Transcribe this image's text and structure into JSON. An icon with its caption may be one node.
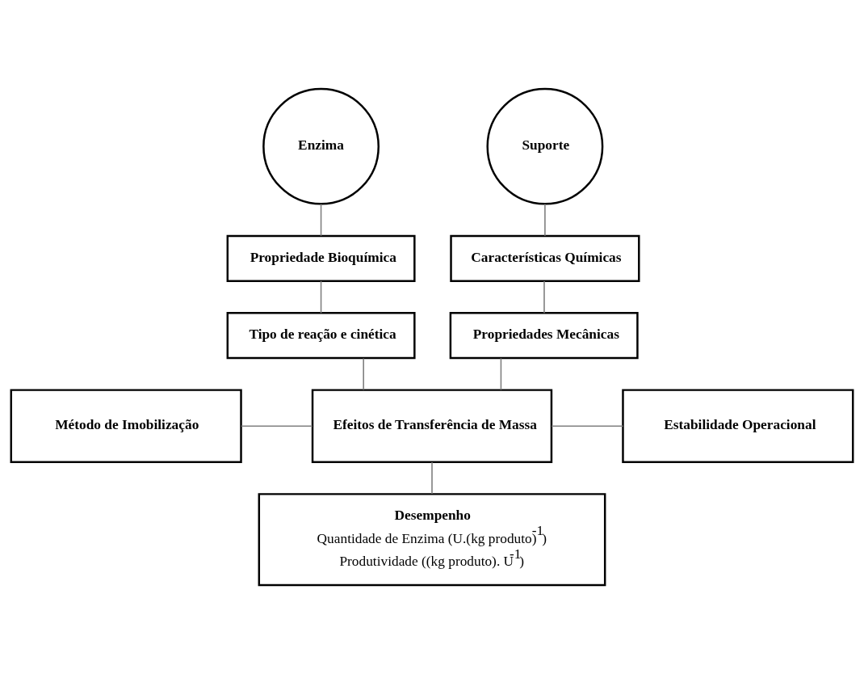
{
  "diagram": {
    "nodes": [
      {
        "text": [
          "Enzima"
        ]
      },
      {
        "text": [
          "Suporte"
        ]
      },
      {
        "text": [
          "Propriedade Bioquímica"
        ]
      },
      {
        "text": [
          "Características Químicas"
        ]
      },
      {
        "text": [
          "Tipo de reação e cinética"
        ]
      },
      {
        "text": [
          "Propriedades Mecânicas"
        ]
      },
      {
        "text": [
          "Método de Imobilização"
        ]
      },
      {
        "text": [
          "Efeitos de Transferência de Massa"
        ]
      },
      {
        "text": [
          "Estabilidade Operacional"
        ]
      },
      {
        "text": [
          "Desempenho",
          "Quantidade de Enzima (U.(kg produto)$^{-1}$)",
          "Produtividade ((kg produto). U$^{-1}$)"
        ]
      }
    ],
    "edges": [
      {
        "from": 0,
        "to": 2,
        "arrow": "none"
      },
      {
        "from": 1,
        "to": 3,
        "arrow": "none"
      },
      {
        "from": 2,
        "to": 4,
        "arrow": "none"
      },
      {
        "from": 3,
        "to": 5,
        "arrow": "none"
      },
      {
        "from": 4,
        "to": 7,
        "arrow": "none"
      },
      {
        "from": 5,
        "to": 7,
        "arrow": "none"
      },
      {
        "from": 6,
        "to": 7,
        "arrow": "none"
      },
      {
        "from": 7,
        "to": 8,
        "arrow": "none"
      },
      {
        "from": 7,
        "to": 9,
        "arrow": "none"
      }
    ]
  }
}
